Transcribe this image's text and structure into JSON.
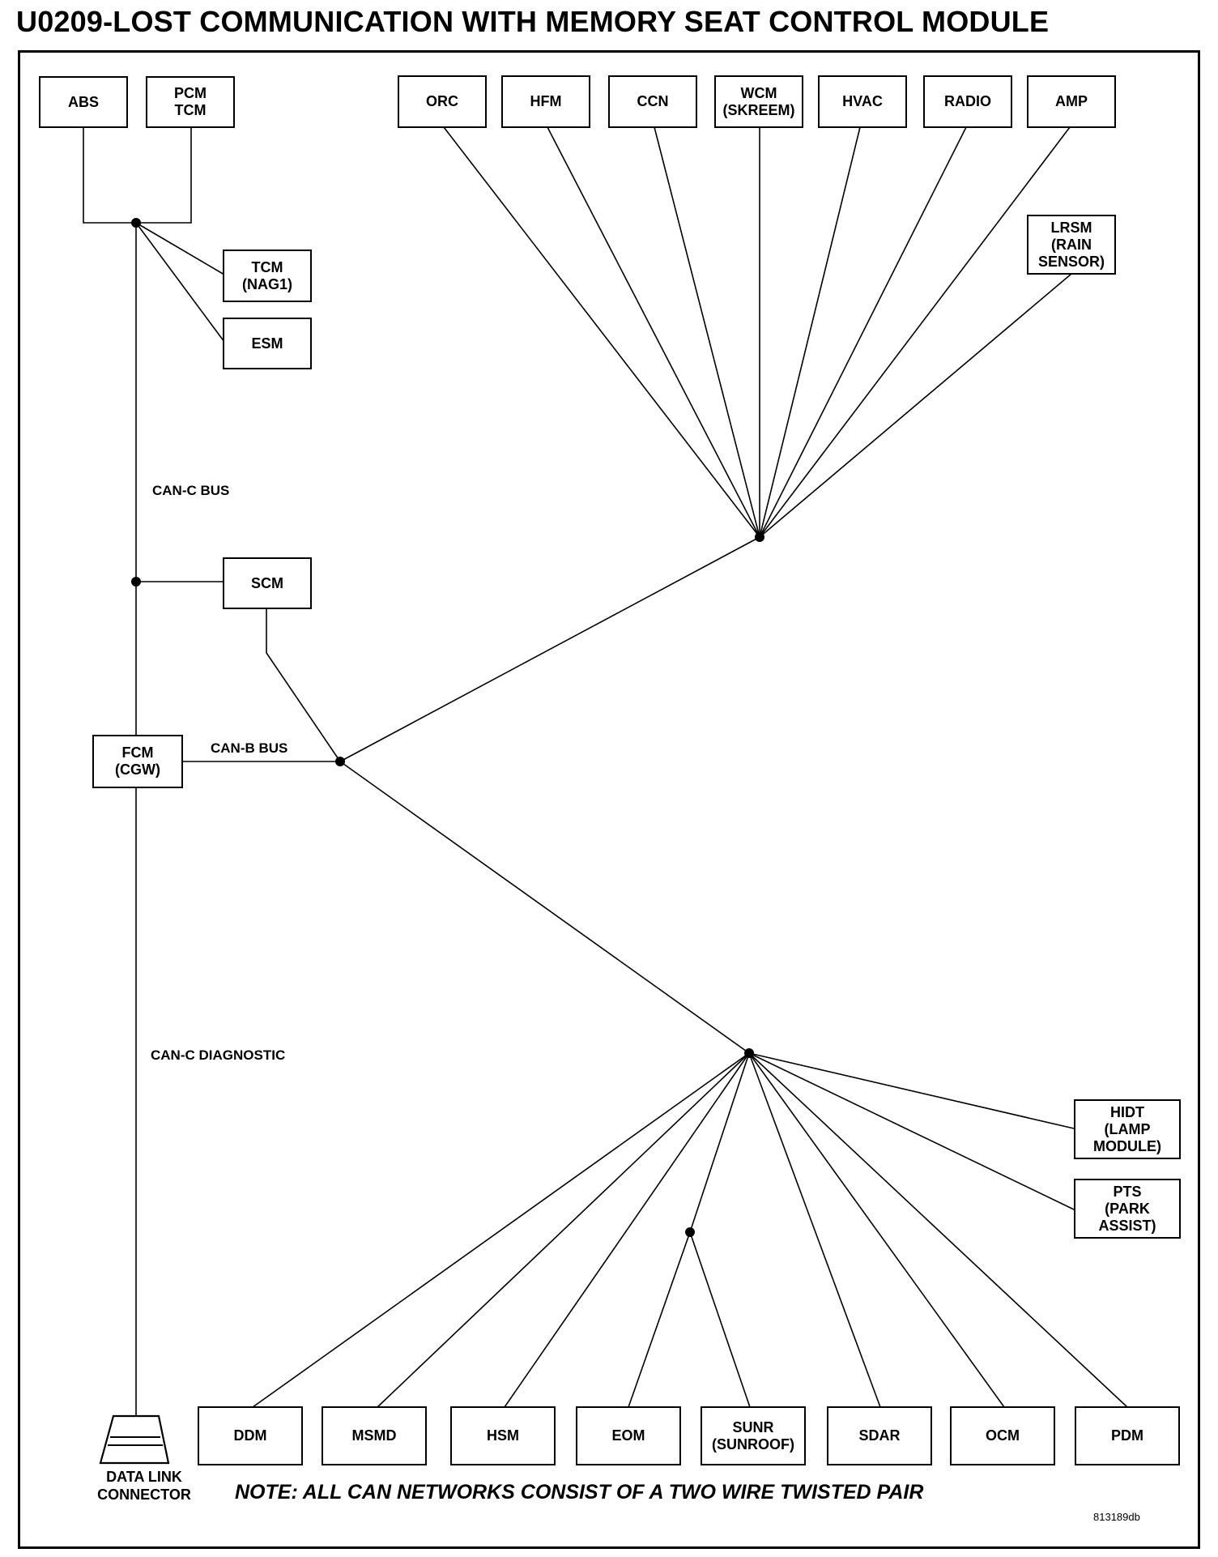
{
  "title": "U0209-LOST COMMUNICATION WITH MEMORY SEAT CONTROL MODULE",
  "modules": {
    "abs": "ABS",
    "pcm_tcm": "PCM\nTCM",
    "tcm_nag1": "TCM\n(NAG1)",
    "esm": "ESM",
    "scm": "SCM",
    "fcm_cgw": "FCM\n(CGW)",
    "orc": "ORC",
    "hfm": "HFM",
    "ccn": "CCN",
    "wcm": "WCM\n(SKREEM)",
    "hvac": "HVAC",
    "radio": "RADIO",
    "amp": "AMP",
    "lrsm": "LRSM\n(RAIN\nSENSOR)",
    "hidt": "HIDT\n(LAMP\nMODULE)",
    "pts": "PTS\n(PARK\nASSIST)",
    "ddm": "DDM",
    "msmd": "MSMD",
    "hsm": "HSM",
    "eom": "EOM",
    "sunr": "SUNR\n(SUNROOF)",
    "sdar": "SDAR",
    "ocm": "OCM",
    "pdm": "PDM"
  },
  "labels": {
    "can_c_bus": "CAN-C BUS",
    "can_b_bus": "CAN-B BUS",
    "can_c_diagnostic": "CAN-C DIAGNOSTIC",
    "data_link_connector": "DATA LINK\nCONNECTOR"
  },
  "note": "NOTE: ALL CAN NETWORKS CONSIST OF A TWO WIRE TWISTED PAIR",
  "figure_id": "813189db",
  "connections": [
    [
      "ABS",
      "CAN-C BUS"
    ],
    [
      "PCM TCM",
      "CAN-C BUS"
    ],
    [
      "TCM (NAG1)",
      "CAN-C BUS"
    ],
    [
      "ESM",
      "CAN-C BUS"
    ],
    [
      "SCM",
      "CAN-C BUS"
    ],
    [
      "FCM (CGW)",
      "CAN-C BUS"
    ],
    [
      "SCM",
      "CAN-B BUS"
    ],
    [
      "FCM (CGW)",
      "CAN-B BUS"
    ],
    [
      "ORC",
      "CAN-B BUS"
    ],
    [
      "HFM",
      "CAN-B BUS"
    ],
    [
      "CCN",
      "CAN-B BUS"
    ],
    [
      "WCM (SKREEM)",
      "CAN-B BUS"
    ],
    [
      "HVAC",
      "CAN-B BUS"
    ],
    [
      "RADIO",
      "CAN-B BUS"
    ],
    [
      "AMP",
      "CAN-B BUS"
    ],
    [
      "LRSM (RAIN SENSOR)",
      "CAN-B BUS"
    ],
    [
      "DDM",
      "CAN-B BUS"
    ],
    [
      "MSMD",
      "CAN-B BUS"
    ],
    [
      "HSM",
      "CAN-B BUS"
    ],
    [
      "EOM",
      "CAN-B BUS"
    ],
    [
      "SUNR (SUNROOF)",
      "CAN-B BUS"
    ],
    [
      "SDAR",
      "CAN-B BUS"
    ],
    [
      "OCM",
      "CAN-B BUS"
    ],
    [
      "PDM",
      "CAN-B BUS"
    ],
    [
      "HIDT (LAMP MODULE)",
      "CAN-B BUS"
    ],
    [
      "PTS (PARK ASSIST)",
      "CAN-B BUS"
    ],
    [
      "FCM (CGW)",
      "DATA LINK CONNECTOR"
    ]
  ]
}
